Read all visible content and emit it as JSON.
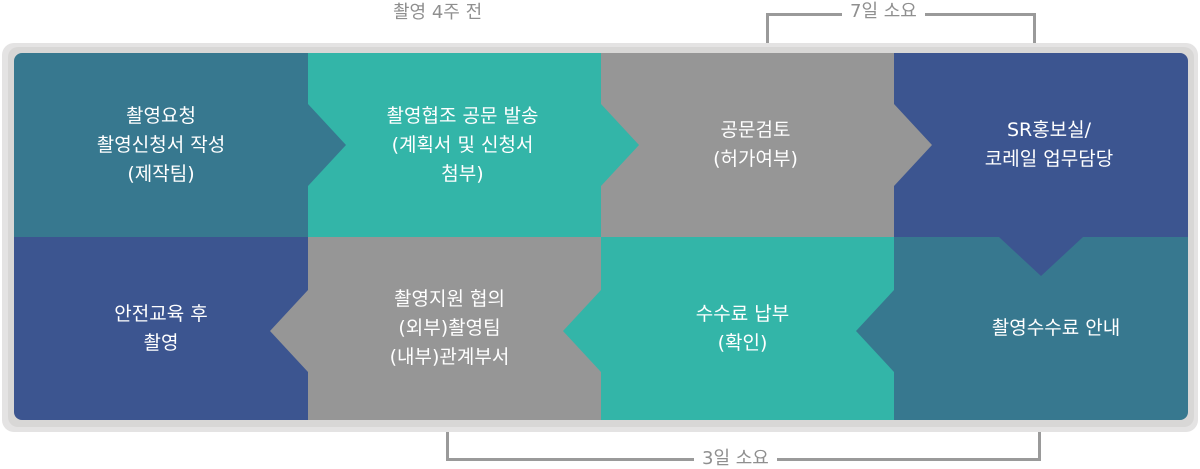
{
  "annotations": {
    "top_left": "촬영 4주 전",
    "top_right": "7일 소요",
    "bottom": "3일 소요"
  },
  "colors": {
    "teal_dark": "#37788f",
    "teal": "#33b5a8",
    "gray": "#969696",
    "navy": "#3c5590",
    "annotation_text": "#8f8f8f",
    "frame": "#e4e3e3"
  },
  "steps": [
    {
      "order": 1,
      "lines": [
        "촬영요청",
        "촬영신청서 작성",
        "(제작팀)"
      ]
    },
    {
      "order": 2,
      "lines": [
        "촬영협조 공문 발송",
        "(계획서 및 신청서",
        "첨부)"
      ]
    },
    {
      "order": 3,
      "lines": [
        "공문검토",
        "(허가여부)"
      ]
    },
    {
      "order": 4,
      "lines": [
        "SR홍보실/",
        "코레일 업무담당"
      ]
    },
    {
      "order": 5,
      "lines": [
        "촬영수수료 안내"
      ]
    },
    {
      "order": 6,
      "lines": [
        "수수료 납부",
        "(확인)"
      ]
    },
    {
      "order": 7,
      "lines": [
        "촬영지원 협의",
        "(외부)촬영팀",
        "(내부)관계부서"
      ]
    },
    {
      "order": 8,
      "lines": [
        "안전교육 후",
        "촬영"
      ]
    }
  ]
}
